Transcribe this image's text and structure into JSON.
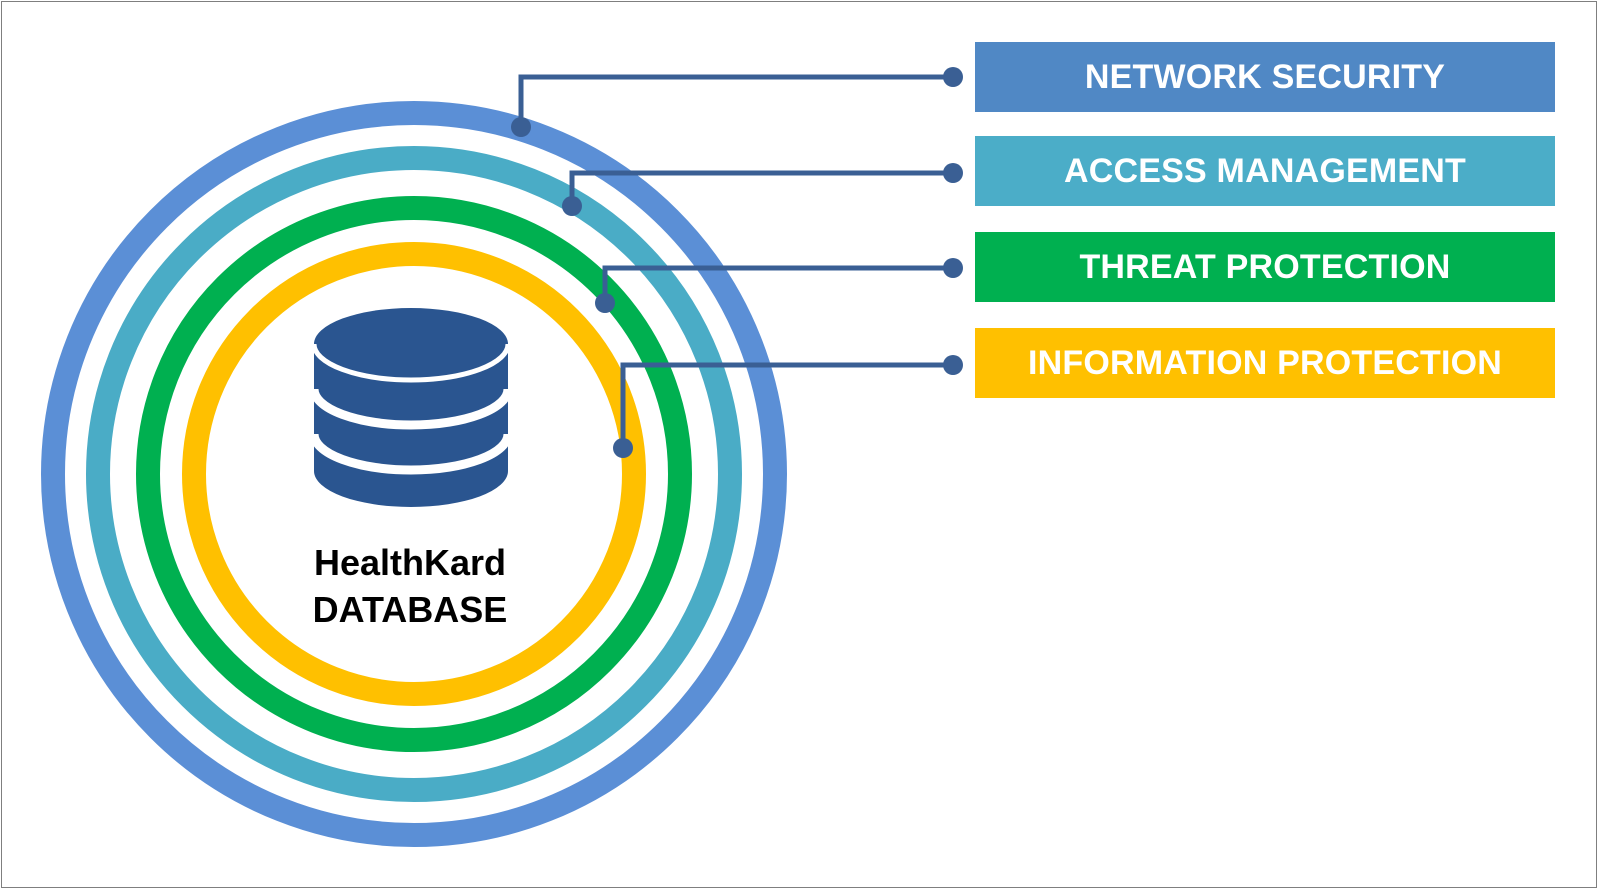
{
  "center": {
    "line1": "HealthKard",
    "line2": "DATABASE",
    "icon": "database-icon",
    "icon_color": "#2a5590"
  },
  "layers": [
    {
      "label": "NETWORK SECURITY",
      "color": "#5088c5",
      "ring_color": "#5b8fd6"
    },
    {
      "label": "ACCESS MANAGEMENT",
      "color": "#4badc8",
      "ring_color": "#4aacc6"
    },
    {
      "label": "THREAT PROTECTION",
      "color": "#00b050",
      "ring_color": "#00b050"
    },
    {
      "label": "INFORMATION PROTECTION",
      "color": "#ffc000",
      "ring_color": "#ffc000"
    }
  ],
  "connector_color": "#3a5f94"
}
